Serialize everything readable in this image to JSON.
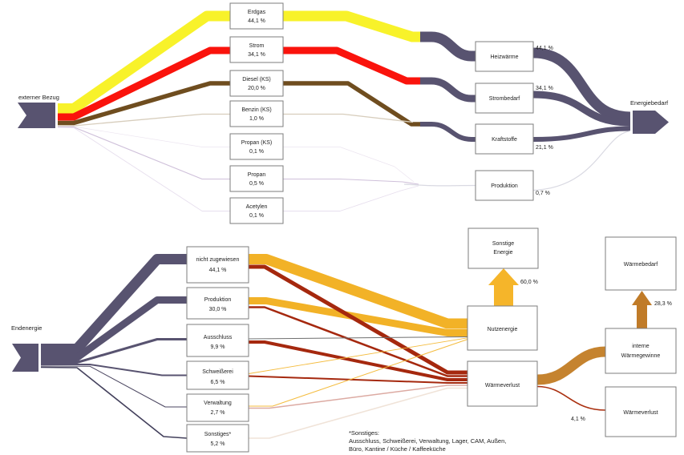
{
  "colors": {
    "slate": "#585370",
    "yellow": "#f8f22a",
    "red": "#fa130c",
    "brown": "#6f4d1f",
    "tan": "#d7cdbc",
    "lavender": "#cfc0da",
    "pale_lavender": "#e7dfee",
    "pale_gray": "#d9d9e2",
    "gold": "#f2b227",
    "dark_red": "#a5280e",
    "amber": "#c5832f",
    "rust": "#aa3010",
    "gray_line": "#6f6f6f",
    "pink": "#dcaaa2",
    "cream": "#f0e3d8"
  },
  "top": {
    "source_label": "externer Bezug",
    "sink_label": "Energiebedarf",
    "inputs": [
      {
        "label": "Erdgas",
        "pct": "44,1 %"
      },
      {
        "label": "Strom",
        "pct": "34,1 %"
      },
      {
        "label": "Diesel (KS)",
        "pct": "20,0 %"
      },
      {
        "label": "Benzin (KS)",
        "pct": "1,0 %"
      },
      {
        "label": "Propan (KS)",
        "pct": "0,1 %"
      },
      {
        "label": "Propan",
        "pct": "0,5 %"
      },
      {
        "label": "Acetylen",
        "pct": "0,1 %"
      }
    ],
    "outputs": [
      {
        "label": "Heizwärme",
        "pct": "44,1 %"
      },
      {
        "label": "Strombedarf",
        "pct": "34,1 %"
      },
      {
        "label": "Kraftstoffe",
        "pct": "21,1 %"
      },
      {
        "label": "Produktion",
        "pct": "0,7 %"
      }
    ]
  },
  "bottom": {
    "source_label": "Endenergie",
    "categories": [
      {
        "label": "nicht zugewiesen",
        "pct": "44,1 %"
      },
      {
        "label": "Produktion",
        "pct": "30,0 %"
      },
      {
        "label": "Ausschluss",
        "pct": "9,9 %"
      },
      {
        "label": "Schweißerei",
        "pct": "6,5 %"
      },
      {
        "label": "Verwaltung",
        "pct": "2,7 %"
      },
      {
        "label": "Sonstiges*",
        "pct": "5,2 %"
      }
    ],
    "nutzenergie_label": "Nutzenergie",
    "waermeverlust_label": "Wärmeverlust",
    "sonstige_energie_line1": "Sonstige",
    "sonstige_energie_line2": "Energie",
    "sonstige_energie_pct": "60,0 %",
    "waermebedarf_label": "Wärmebedarf",
    "interne_line1": "interne",
    "interne_line2": "Wärmegewinne",
    "waermebedarf_pct": "28,3 %",
    "waermeverlust_right_label": "Wärmeverlust",
    "waermeverlust_right_pct": "4,1 %"
  },
  "footnote": {
    "line1": "*Sonstiges:",
    "line2": "Ausschluss, Schweißerei, Verwaltung, Lager, CAM, Außen,",
    "line3": "Büro, Kantine / Küche / Kaffeeküche"
  },
  "chart_data": [
    {
      "type": "sankey",
      "title": "",
      "unit": "%",
      "links": [
        {
          "source": "externer Bezug",
          "target": "Erdgas",
          "value": 44.1
        },
        {
          "source": "externer Bezug",
          "target": "Strom",
          "value": 34.1
        },
        {
          "source": "externer Bezug",
          "target": "Diesel (KS)",
          "value": 20.0
        },
        {
          "source": "externer Bezug",
          "target": "Benzin (KS)",
          "value": 1.0
        },
        {
          "source": "externer Bezug",
          "target": "Propan (KS)",
          "value": 0.1
        },
        {
          "source": "externer Bezug",
          "target": "Propan",
          "value": 0.5
        },
        {
          "source": "externer Bezug",
          "target": "Acetylen",
          "value": 0.1
        },
        {
          "source": "Erdgas",
          "target": "Heizwärme",
          "value": 44.1
        },
        {
          "source": "Strom",
          "target": "Strombedarf",
          "value": 34.1
        },
        {
          "source": "Diesel (KS)",
          "target": "Kraftstoffe",
          "value": 20.0
        },
        {
          "source": "Benzin (KS)",
          "target": "Kraftstoffe",
          "value": 1.0
        },
        {
          "source": "Propan (KS)",
          "target": "Produktion",
          "value": 0.1
        },
        {
          "source": "Propan",
          "target": "Produktion",
          "value": 0.5
        },
        {
          "source": "Acetylen",
          "target": "Produktion",
          "value": 0.1
        },
        {
          "source": "Heizwärme",
          "target": "Energiebedarf",
          "value": 44.1
        },
        {
          "source": "Strombedarf",
          "target": "Energiebedarf",
          "value": 34.1
        },
        {
          "source": "Kraftstoffe",
          "target": "Energiebedarf",
          "value": 21.1
        },
        {
          "source": "Produktion",
          "target": "Energiebedarf",
          "value": 0.7
        }
      ]
    },
    {
      "type": "sankey",
      "title": "",
      "unit": "%",
      "links": [
        {
          "source": "Endenergie",
          "target": "nicht zugewiesen",
          "value": 44.1
        },
        {
          "source": "Endenergie",
          "target": "Produktion",
          "value": 30.0
        },
        {
          "source": "Endenergie",
          "target": "Ausschluss",
          "value": 9.9
        },
        {
          "source": "Endenergie",
          "target": "Schweißerei",
          "value": 6.5
        },
        {
          "source": "Endenergie",
          "target": "Verwaltung",
          "value": 2.7
        },
        {
          "source": "Endenergie",
          "target": "Sonstiges*",
          "value": 5.2
        },
        {
          "source": "nicht zugewiesen",
          "target": "Nutzenergie"
        },
        {
          "source": "nicht zugewiesen",
          "target": "Wärmeverlust"
        },
        {
          "source": "Produktion",
          "target": "Nutzenergie"
        },
        {
          "source": "Produktion",
          "target": "Wärmeverlust"
        },
        {
          "source": "Ausschluss",
          "target": "Nutzenergie"
        },
        {
          "source": "Ausschluss",
          "target": "Wärmeverlust"
        },
        {
          "source": "Schweißerei",
          "target": "Nutzenergie"
        },
        {
          "source": "Schweißerei",
          "target": "Wärmeverlust"
        },
        {
          "source": "Verwaltung",
          "target": "Nutzenergie"
        },
        {
          "source": "Verwaltung",
          "target": "Wärmeverlust"
        },
        {
          "source": "Sonstiges*",
          "target": "Wärmeverlust"
        },
        {
          "source": "Nutzenergie",
          "target": "Sonstige Energie",
          "value": 60.0
        },
        {
          "source": "Wärmeverlust",
          "target": "interne Wärmegewinne"
        },
        {
          "source": "Wärmeverlust",
          "target": "Wärmeverlust (rechts)",
          "value": 4.1
        },
        {
          "source": "interne Wärmegewinne",
          "target": "Wärmebedarf",
          "value": 28.3
        }
      ]
    }
  ]
}
